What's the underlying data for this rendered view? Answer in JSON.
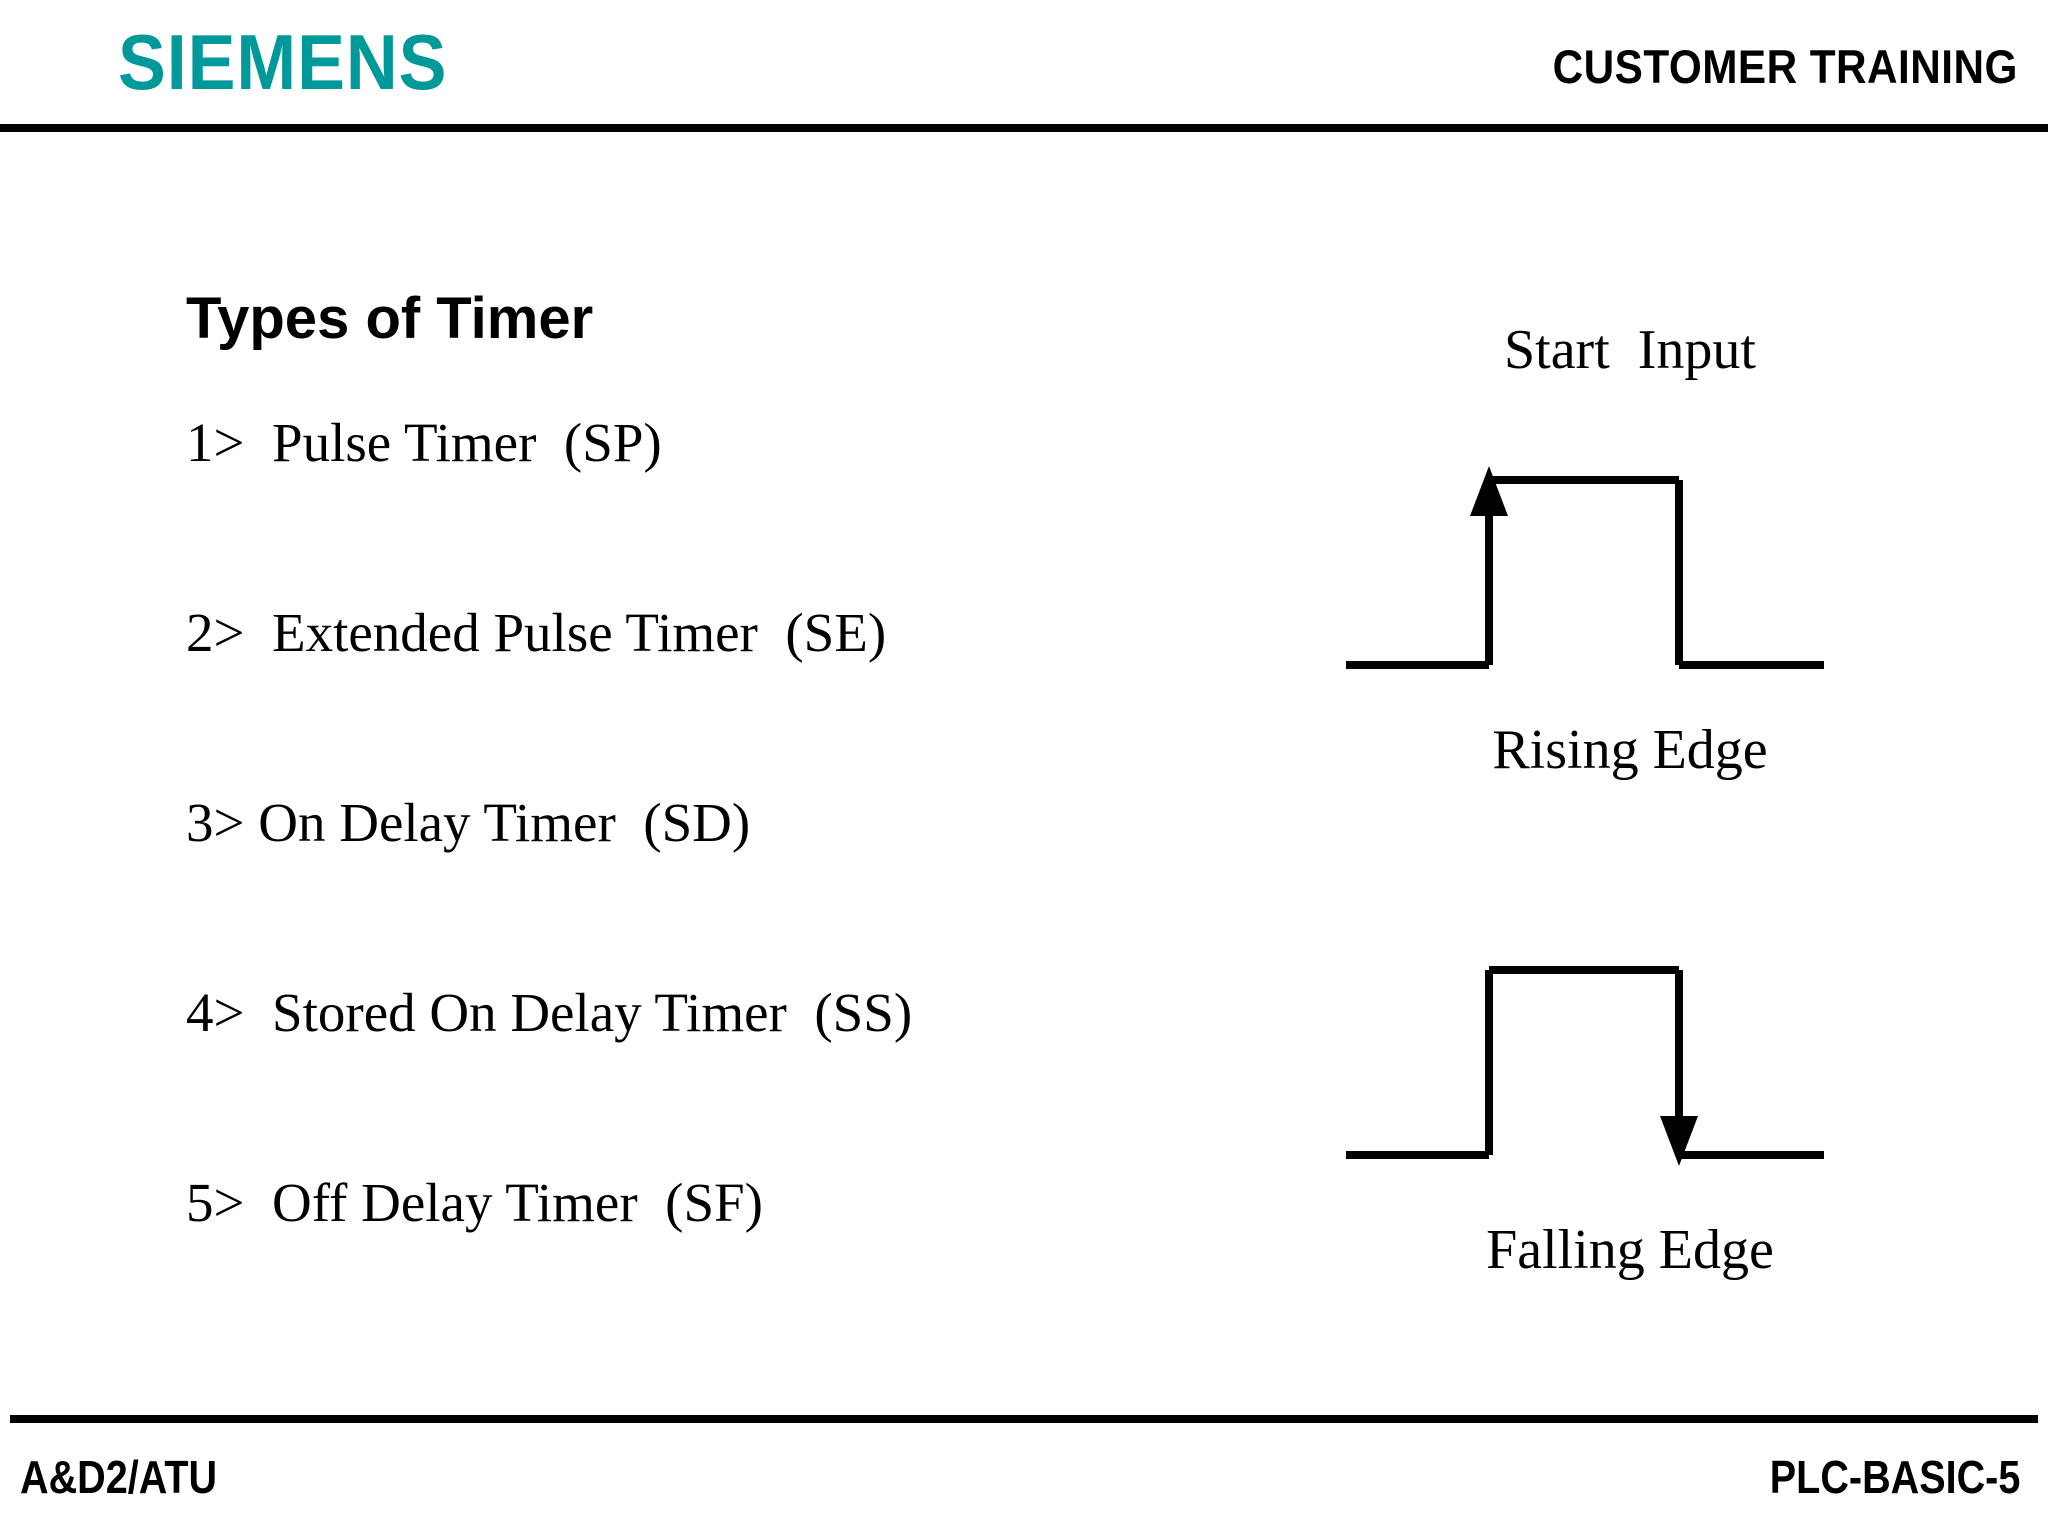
{
  "header": {
    "logo_text": "SIEMENS",
    "logo_color": "#009999",
    "title": "CUSTOMER TRAINING",
    "title_color": "#000000",
    "rule_color": "#000000"
  },
  "main": {
    "section_title": "Types of Timer",
    "timers": [
      {
        "index": "1>",
        "label": "1>  Pulse Timer  (SP)"
      },
      {
        "index": "2>",
        "label": "2>  Extended Pulse Timer  (SE)"
      },
      {
        "index": "3>",
        "label": "3> On Delay Timer  (SD)"
      },
      {
        "index": "4>",
        "label": "4>  Stored On Delay Timer  (SS)"
      },
      {
        "index": "5>",
        "label": "5>  Off Delay Timer  (SF)"
      }
    ]
  },
  "diagram": {
    "top_label": "Start  Input",
    "rising_label": "Rising Edge",
    "falling_label": "Falling Edge",
    "line_color": "#000000",
    "stroke_width": 8
  },
  "footer": {
    "left": "A&D2/ATU",
    "right": "PLC-BASIC-5",
    "rule_color": "#000000"
  }
}
